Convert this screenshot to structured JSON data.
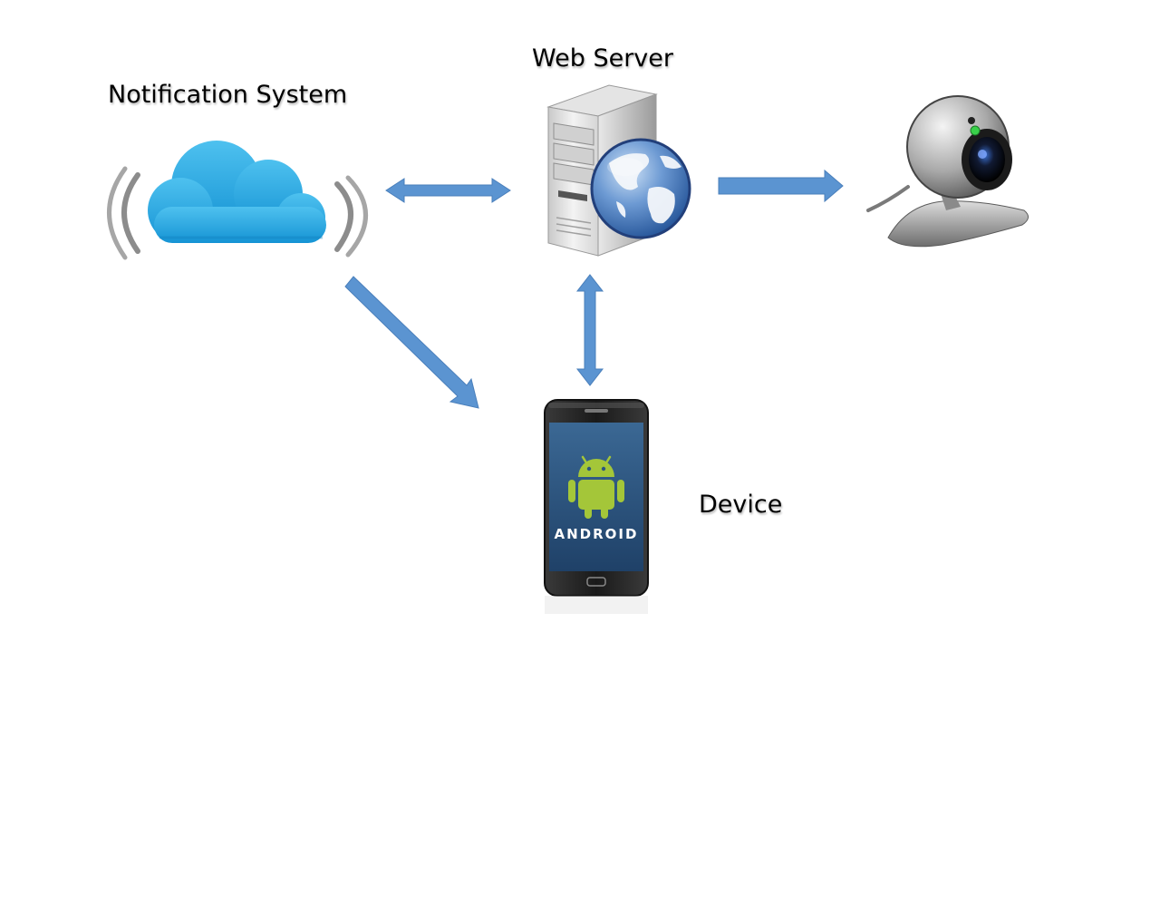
{
  "nodes": {
    "notification_system": {
      "label": "Notification System",
      "icon": "cloud-broadcast-icon"
    },
    "web_server": {
      "label": "Web Server",
      "icon": "web-server-globe-icon"
    },
    "webcam": {
      "icon": "webcam-icon"
    },
    "device": {
      "label": "Device",
      "icon": "android-phone-icon",
      "screen_text": "ANDROID"
    }
  },
  "connections": [
    {
      "from": "notification_system",
      "to": "web_server",
      "direction": "bidirectional"
    },
    {
      "from": "web_server",
      "to": "webcam",
      "direction": "one-way"
    },
    {
      "from": "web_server",
      "to": "device",
      "direction": "bidirectional"
    },
    {
      "from": "notification_system",
      "to": "device",
      "direction": "one-way"
    }
  ],
  "colors": {
    "arrow": "#5b94d1",
    "cloud": "#2aa9e4",
    "android_green": "#a4c639",
    "phone_screen": "#2d5680",
    "globe": "#3f74b8"
  }
}
